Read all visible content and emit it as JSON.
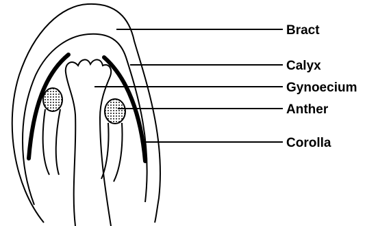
{
  "labels": {
    "bract": "Bract",
    "calyx": "Calyx",
    "gynoecium": "Gynoecium",
    "anther": "Anther",
    "corolla": "Corolla"
  },
  "colors": {
    "ink": "#000000",
    "background": "#ffffff"
  }
}
